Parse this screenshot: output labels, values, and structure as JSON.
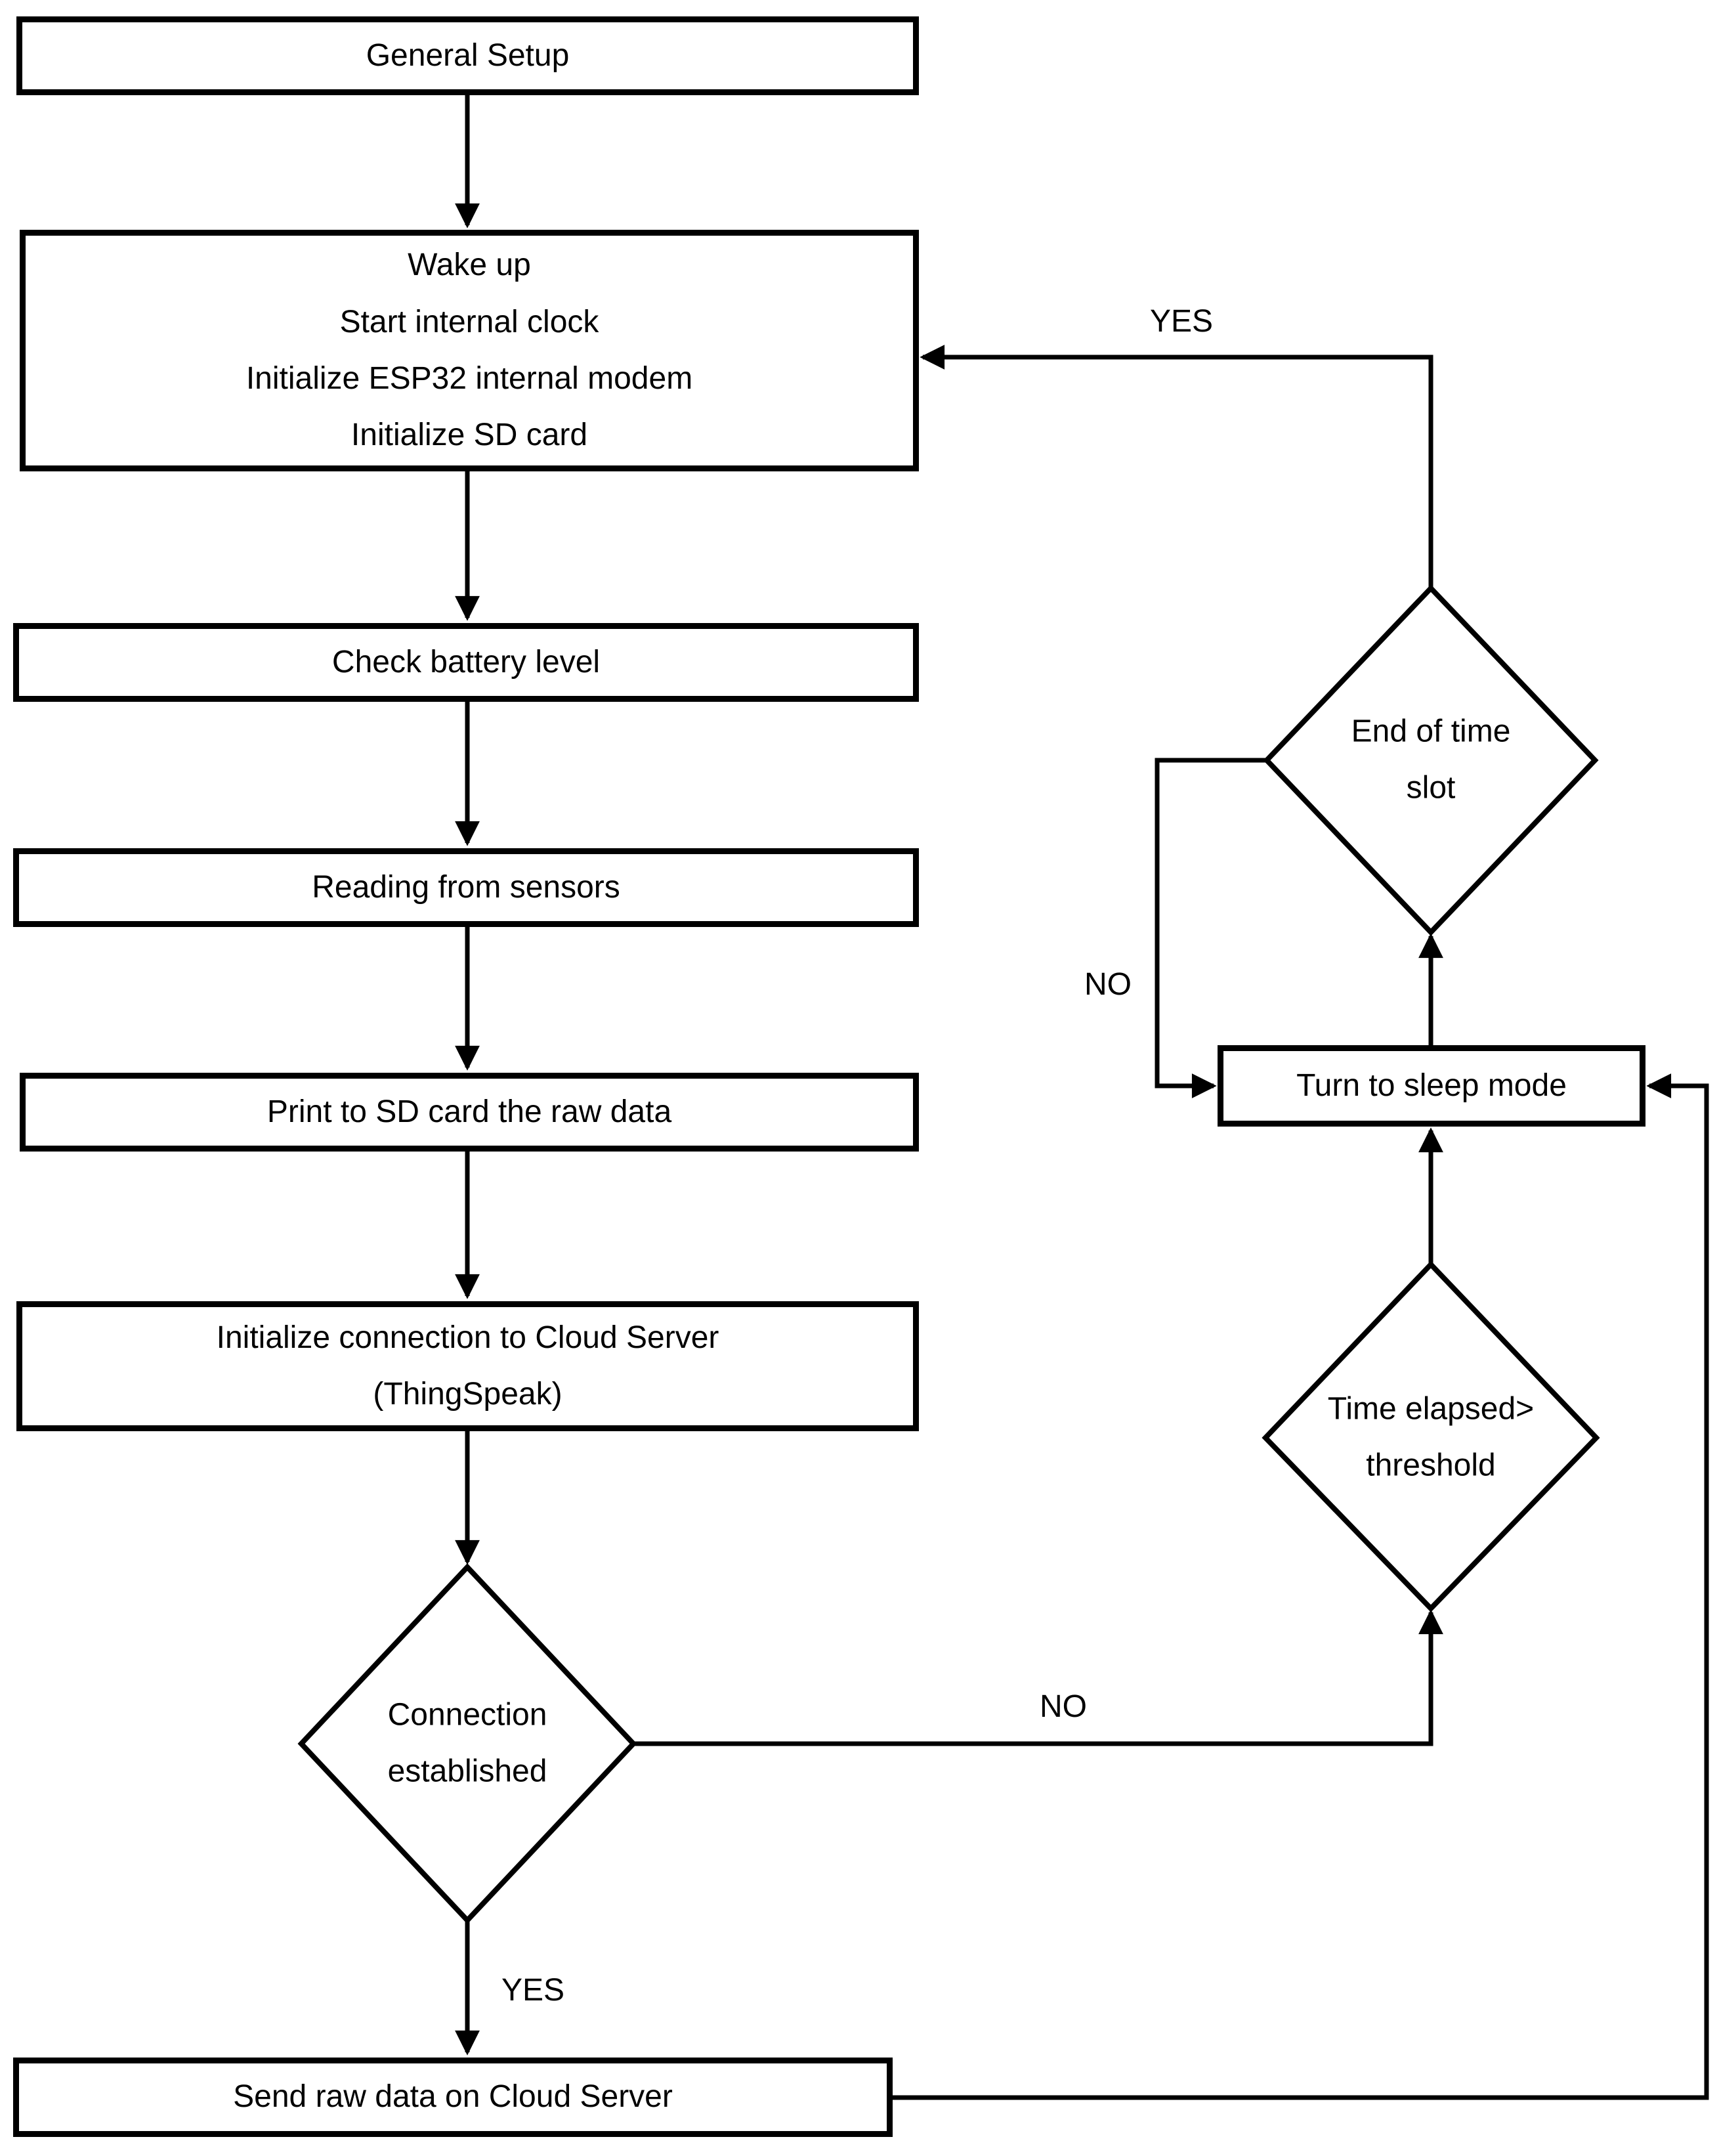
{
  "diagram": {
    "type": "flowchart",
    "colors": {
      "stroke": "#000000",
      "background": "#ffffff",
      "text": "#000000"
    },
    "nodes": {
      "general_setup": {
        "shape": "rect",
        "label": "General Setup"
      },
      "wake_up": {
        "shape": "rect",
        "label": "Wake up\nStart internal clock\nInitialize ESP32 internal modem\nInitialize SD card"
      },
      "check_battery": {
        "shape": "rect",
        "label": "Check battery level"
      },
      "reading_sensors": {
        "shape": "rect",
        "label": "Reading from sensors"
      },
      "print_sd": {
        "shape": "rect",
        "label": "Print to SD card the raw data"
      },
      "init_cloud": {
        "shape": "rect",
        "label": "Initialize connection to Cloud Server\n(ThingSpeak)"
      },
      "connection_established": {
        "shape": "diamond",
        "label": "Connection\nestablished"
      },
      "send_raw": {
        "shape": "rect",
        "label": "Send raw data on Cloud Server"
      },
      "end_of_time_slot": {
        "shape": "diamond",
        "label": "End of time\nslot"
      },
      "sleep_mode": {
        "shape": "rect",
        "label": "Turn to sleep mode"
      },
      "time_elapsed": {
        "shape": "diamond",
        "label": "Time elapsed>\nthreshold"
      }
    },
    "edge_labels": {
      "yes_to_wake": "YES",
      "no_sleep_loop": "NO",
      "no_to_threshold": "NO",
      "yes_to_send": "YES"
    }
  }
}
